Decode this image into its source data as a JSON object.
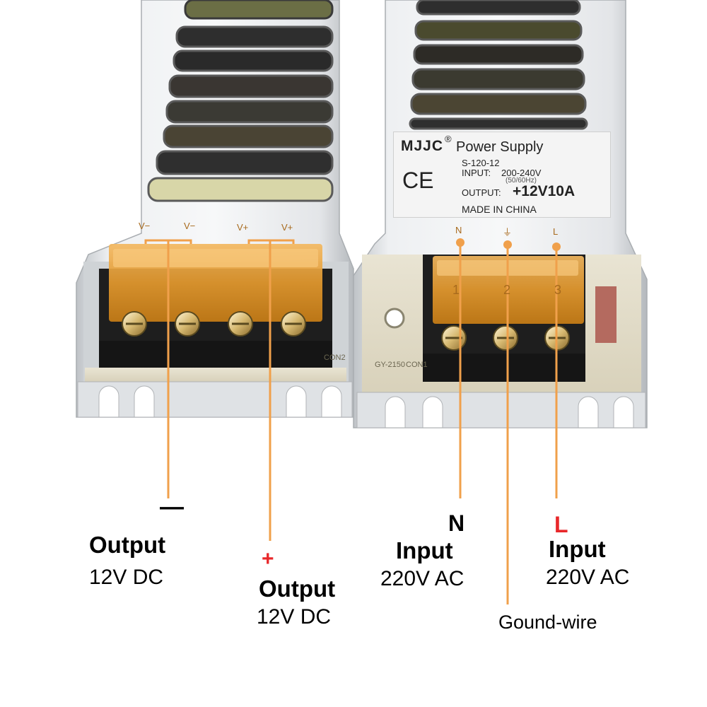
{
  "label_sticker": {
    "brand": "MJJC",
    "brand_mark": "®",
    "product": "Power Supply",
    "model": "S-120-12",
    "input_label": "INPUT:",
    "input_value": "200-240V",
    "input_freq": "(50/60Hz)",
    "output_label": "OUTPUT:",
    "output_value": "+12V10A",
    "origin": "MADE IN CHINA",
    "cert": "CE"
  },
  "terminal_markings": {
    "output_side": [
      "V−",
      "V−",
      "V+",
      "V+"
    ],
    "input_side": [
      "N",
      "⏚",
      "L"
    ],
    "input_numbers": [
      "1",
      "2",
      "3"
    ],
    "board_text": [
      "GY-2150",
      "CON1",
      "CON2"
    ]
  },
  "annotations": {
    "minus_sign": "—",
    "plus_sign": "+",
    "n_letter": "N",
    "l_letter": "L",
    "output_neg_title": "Output",
    "output_neg_spec": "12V DC",
    "output_pos_title": "Output",
    "output_pos_spec": "12V DC",
    "input_n_title": "Input",
    "input_n_spec": "220V AC",
    "input_l_title": "Input",
    "input_l_spec": "220V AC",
    "ground_label": "Gound-wire"
  },
  "colors": {
    "leader_line": "#f0a04b",
    "plus_sign": "#e8272a",
    "l_letter": "#e8272a",
    "terminal_cover": "#e59a2e"
  }
}
